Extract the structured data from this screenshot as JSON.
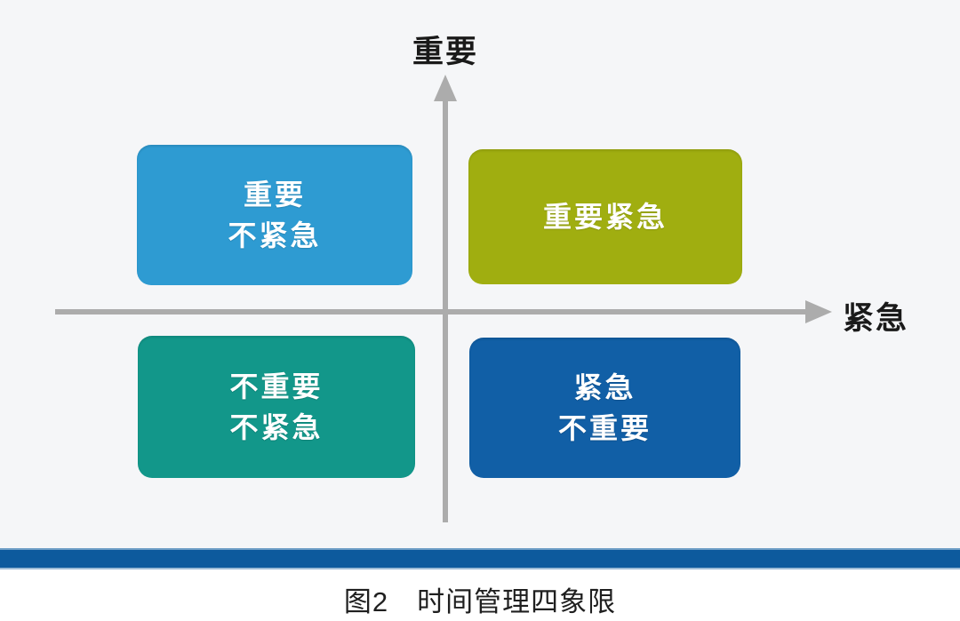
{
  "figure": {
    "caption": "图2　时间管理四象限"
  },
  "axes": {
    "y_label": "重要",
    "x_label": "紧急",
    "line_color": "#acacac",
    "label_color": "#1a1a1a"
  },
  "quadrants": {
    "text_color": "#ffffff",
    "cards": [
      {
        "id": "important-not-urgent",
        "position": "top-left",
        "lines": [
          "重要",
          "不紧急"
        ],
        "bg": "#2e9bd2",
        "edge": "#1b79ac"
      },
      {
        "id": "important-urgent",
        "position": "top-right",
        "lines": [
          "重要紧急"
        ],
        "bg": "#a0ae10",
        "edge": "#7e8a12"
      },
      {
        "id": "not-important-not-urgent",
        "position": "bottom-left",
        "lines": [
          "不重要",
          "不紧急"
        ],
        "bg": "#12978a",
        "edge": "#077465"
      },
      {
        "id": "urgent-not-important",
        "position": "bottom-right",
        "lines": [
          "紧急",
          "不重要"
        ],
        "bg": "#115fa6",
        "edge": "#0b4c87"
      }
    ]
  },
  "footer": {
    "bar_color": "#0d5a9d"
  }
}
